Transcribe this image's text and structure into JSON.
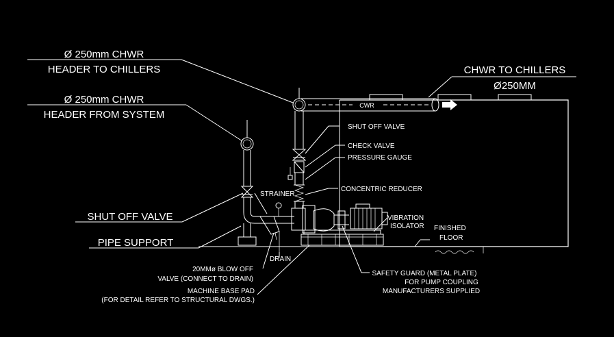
{
  "labels": {
    "header_to_chillers_1": "Ø 250mm CHWR",
    "header_to_chillers_2": "HEADER TO CHILLERS",
    "header_from_system_1": "Ø 250mm CHWR",
    "header_from_system_2": "HEADER FROM SYSTEM",
    "chwr_to_chillers_1": "CHWR TO CHILLERS",
    "chwr_to_chillers_2": "Ø250MM",
    "pipe_tag": "CWR",
    "shut_off_valve_left": "SHUT OFF VALVE",
    "pipe_support": "PIPE SUPPORT",
    "shut_off_valve_right": "SHUT OFF VALVE",
    "check_valve": "CHECK VALVE",
    "pressure_gauge": "PRESSURE GAUGE",
    "concentric_reducer": "CONCENTRIC REDUCER",
    "strainer": "STRAINER",
    "vibration": "VIBRATION",
    "isolator": "ISOLATOR",
    "finished": "FINISHED",
    "floor": "FLOOR",
    "drain": "DRAIN",
    "blow_off_1": "20MMø BLOW OFF",
    "blow_off_2": "VALVE (CONNECT TO DRAIN)",
    "base_pad_1": "MACHINE BASE PAD",
    "base_pad_2": "(FOR DETAIL REFER TO STRUCTURAL DWGS.)",
    "safety_guard_1": "SAFETY GUARD (METAL PLATE)",
    "safety_guard_2": "FOR PUMP COUPLING",
    "safety_guard_3": "MANUFACTURERS SUPPLIED"
  },
  "colors": {
    "background": "#000000",
    "linework": "#ffffff"
  }
}
